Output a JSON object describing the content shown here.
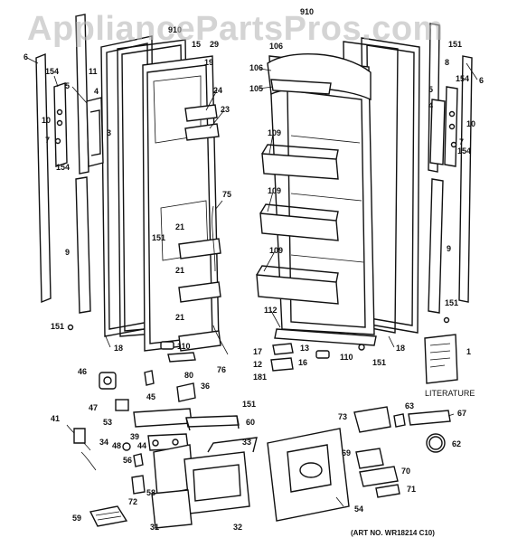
{
  "watermark": "AppliancePartsPros.com",
  "literature_label": "LITERATURE",
  "art_number": "(ART NO. WR18214 C10)",
  "callouts": {
    "c910a": "910",
    "c910b": "910",
    "c15": "15",
    "c29": "29",
    "c19": "19",
    "c24": "24",
    "c23": "23",
    "c75": "75",
    "c21a": "21",
    "c21b": "21",
    "c21c": "21",
    "c151a": "151",
    "c6a": "6",
    "c154a": "154",
    "c154b": "154",
    "c5a": "5",
    "c11": "11",
    "c4a": "4",
    "c3": "3",
    "c10a": "10",
    "c7a": "7",
    "c9a": "9",
    "c151b": "151",
    "c18a": "18",
    "c110a": "110",
    "c80": "80",
    "c76": "76",
    "c106a": "106",
    "c106b": "106",
    "c105": "105",
    "c109a": "109",
    "c109b": "109",
    "c109c": "109",
    "c112": "112",
    "c17": "17",
    "c13": "13",
    "c12": "12",
    "c16": "16",
    "c181": "181",
    "c110b": "110",
    "c151c": "151",
    "c18b": "18",
    "c151d": "151",
    "c8": "8",
    "c6b": "6",
    "c154c": "154",
    "c154d": "154",
    "c5b": "5",
    "c4b": "4",
    "c10b": "10",
    "c7b": "7",
    "c9b": "9",
    "c151e": "151",
    "c1": "1",
    "c46": "46",
    "c45": "45",
    "c36": "36",
    "c47": "47",
    "c151f": "151",
    "c53": "53",
    "c60": "60",
    "c41": "41",
    "c39": "39",
    "c44": "44",
    "c33": "33",
    "c34": "34",
    "c48": "48",
    "c56": "56",
    "c72": "72",
    "c58": "58",
    "c59": "59",
    "c31": "31",
    "c32": "32",
    "c54": "54",
    "c63": "63",
    "c67": "67",
    "c73": "73",
    "c62": "62",
    "c69": "69",
    "c70": "70",
    "c71": "71"
  },
  "icons": {
    "literature": "literature-booklet-icon"
  }
}
